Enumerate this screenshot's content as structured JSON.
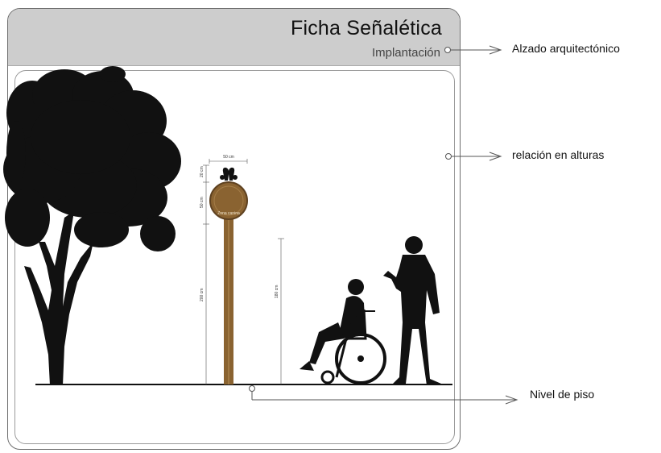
{
  "header": {
    "title": "Ficha Señalética",
    "subtitle": "Implantación"
  },
  "annotations": {
    "elevation": "Alzado arquitectónico",
    "heights": "relación en alturas",
    "floor": "Nivel de piso"
  },
  "sign": {
    "label": "Zona canina",
    "dim_width": "50 cm",
    "dim_icon": "20 cm",
    "dim_disc": "50 cm",
    "dim_post": "200 cm"
  },
  "person": {
    "dim_height": "180 cm"
  },
  "colors": {
    "header_bg": "#cdcdcd",
    "wood": "#8a6331",
    "silhouette": "#111111"
  }
}
